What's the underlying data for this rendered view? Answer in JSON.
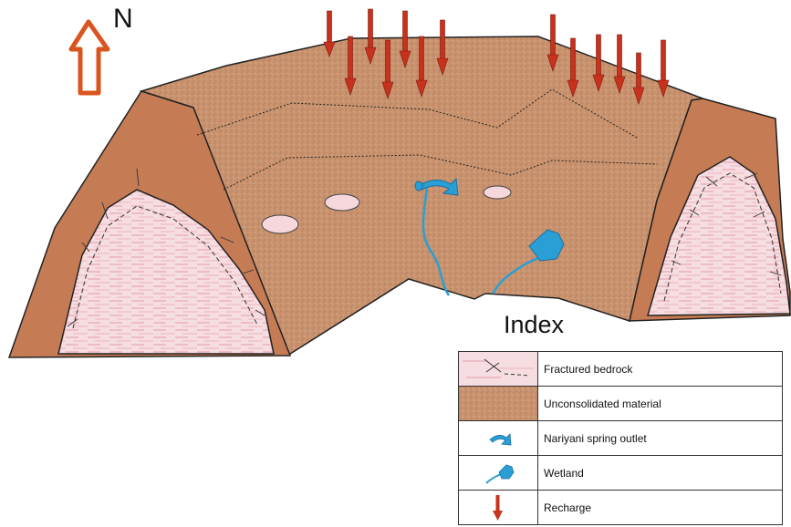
{
  "compass": {
    "label": "N"
  },
  "index": {
    "title": "Index",
    "items": [
      {
        "symbol": "fractured-bedrock-swatch",
        "label": "Fractured bedrock"
      },
      {
        "symbol": "unconsolidated-material-swatch",
        "label": "Unconsolidated material"
      },
      {
        "symbol": "spring-outlet-icon",
        "label": "Nariyani spring outlet"
      },
      {
        "symbol": "wetland-icon",
        "label": "Wetland"
      },
      {
        "symbol": "recharge-arrow-icon",
        "label": "Recharge"
      }
    ]
  },
  "colors": {
    "unconsolidated": "#c99471",
    "ridge_flank": "#c27a52",
    "bedrock": "#f3d3d8",
    "water": "#2a9fd6",
    "recharge": "#c8321c"
  }
}
